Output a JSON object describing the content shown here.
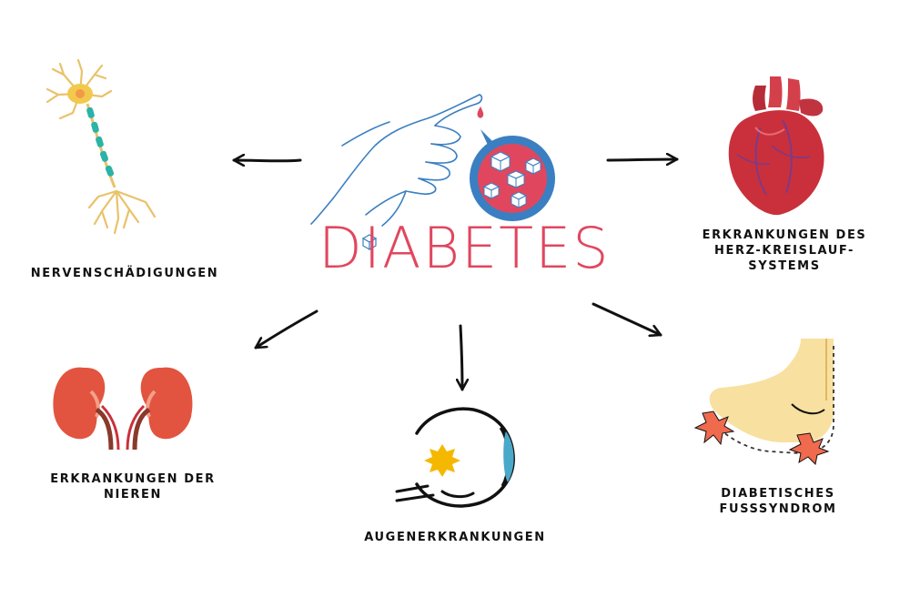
{
  "center": {
    "title": "DIABETES",
    "accent_color": "#e0475f",
    "drop_color": "#3a7fc1"
  },
  "nodes": {
    "nerves": {
      "label": "NERVENSCHÄDIGUNGEN",
      "icon": "neuron-icon"
    },
    "heart": {
      "label_line1": "ERKRANKUNGEN DES",
      "label_line2": "HERZ-KREISLAUF-",
      "label_line3": "SYSTEMS",
      "icon": "heart-icon"
    },
    "kidneys": {
      "label_line1": "ERKRANKUNGEN DER",
      "label_line2": "NIEREN",
      "icon": "kidneys-icon"
    },
    "eyes": {
      "label": "AUGENERKRANKUNGEN",
      "icon": "eye-icon"
    },
    "foot": {
      "label_line1": "DIABETISCHES",
      "label_line2": "FUSSSYNDROM",
      "icon": "foot-icon"
    }
  },
  "colors": {
    "arrow": "#111111",
    "neuron_body": "#f2c94c",
    "neuron_axon": "#2ab3a6",
    "heart": "#c9303b",
    "kidney": "#e2543f",
    "foot": "#f8e0a0",
    "pain": "#f06a4d",
    "eye_sun": "#f5b800",
    "eye_lens": "#4aa8c8"
  }
}
